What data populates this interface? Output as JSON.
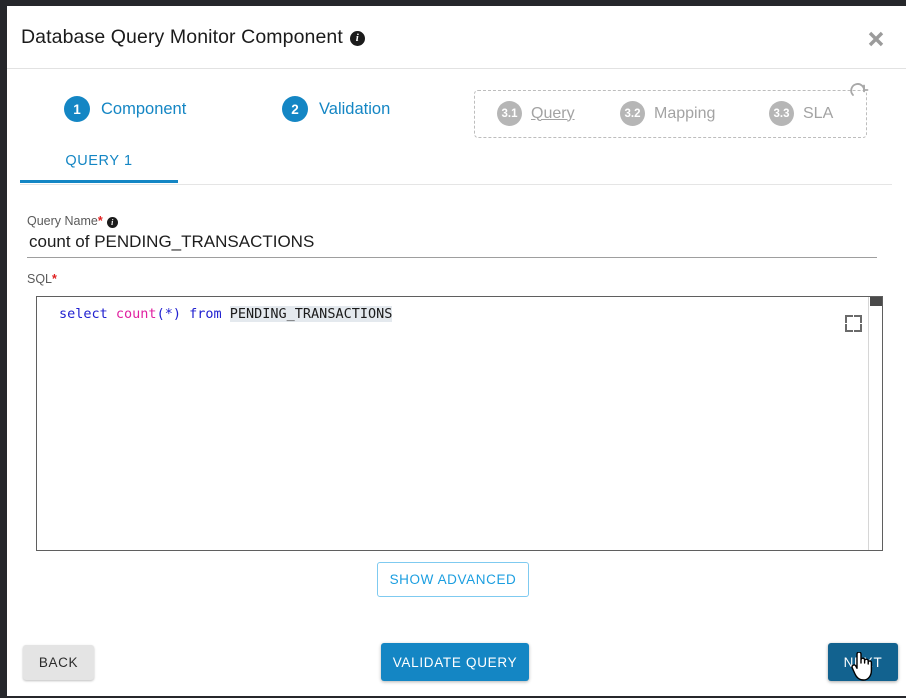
{
  "window": {
    "title": "Database Query Monitor Component",
    "title_info_icon": "info-icon",
    "close_icon": "close-icon"
  },
  "stepper": {
    "steps": [
      {
        "number": "1",
        "label": "Component"
      },
      {
        "number": "2",
        "label": "Validation"
      }
    ],
    "substeps": [
      {
        "number": "3.1",
        "label": "Query"
      },
      {
        "number": "3.2",
        "label": "Mapping"
      },
      {
        "number": "3.3",
        "label": "SLA"
      }
    ],
    "refresh_icon": "refresh-icon"
  },
  "tabs": [
    {
      "label": "QUERY 1",
      "active": true
    }
  ],
  "form": {
    "query_name": {
      "label": "Query Name",
      "required_marker": "*",
      "info_icon": "info-icon",
      "value": "count of PENDING_TRANSACTIONS",
      "placeholder": "Query Name"
    },
    "sql": {
      "label": "SQL",
      "required_marker": "*",
      "tokens": {
        "select": "select",
        "count": "count",
        "open_paren": "(",
        "star": "*",
        "close_paren": ")",
        "from": "from",
        "table": "PENDING_TRANSACTIONS"
      },
      "full_text": "select count(*) from PENDING_TRANSACTIONS",
      "expand_icon": "expand-icon"
    },
    "show_advanced_label": "SHOW ADVANCED"
  },
  "footer": {
    "back_label": "BACK",
    "validate_label": "VALIDATE QUERY",
    "next_label": "NEXT"
  },
  "colors": {
    "accent_blue": "#1486c4",
    "next_button_blue": "#12628f",
    "required_red": "#e02020",
    "muted_gray": "#a3a3a3",
    "keyword_blue": "#2020d0",
    "function_magenta": "#e020a0",
    "table_highlight": "#e4e9ee"
  }
}
